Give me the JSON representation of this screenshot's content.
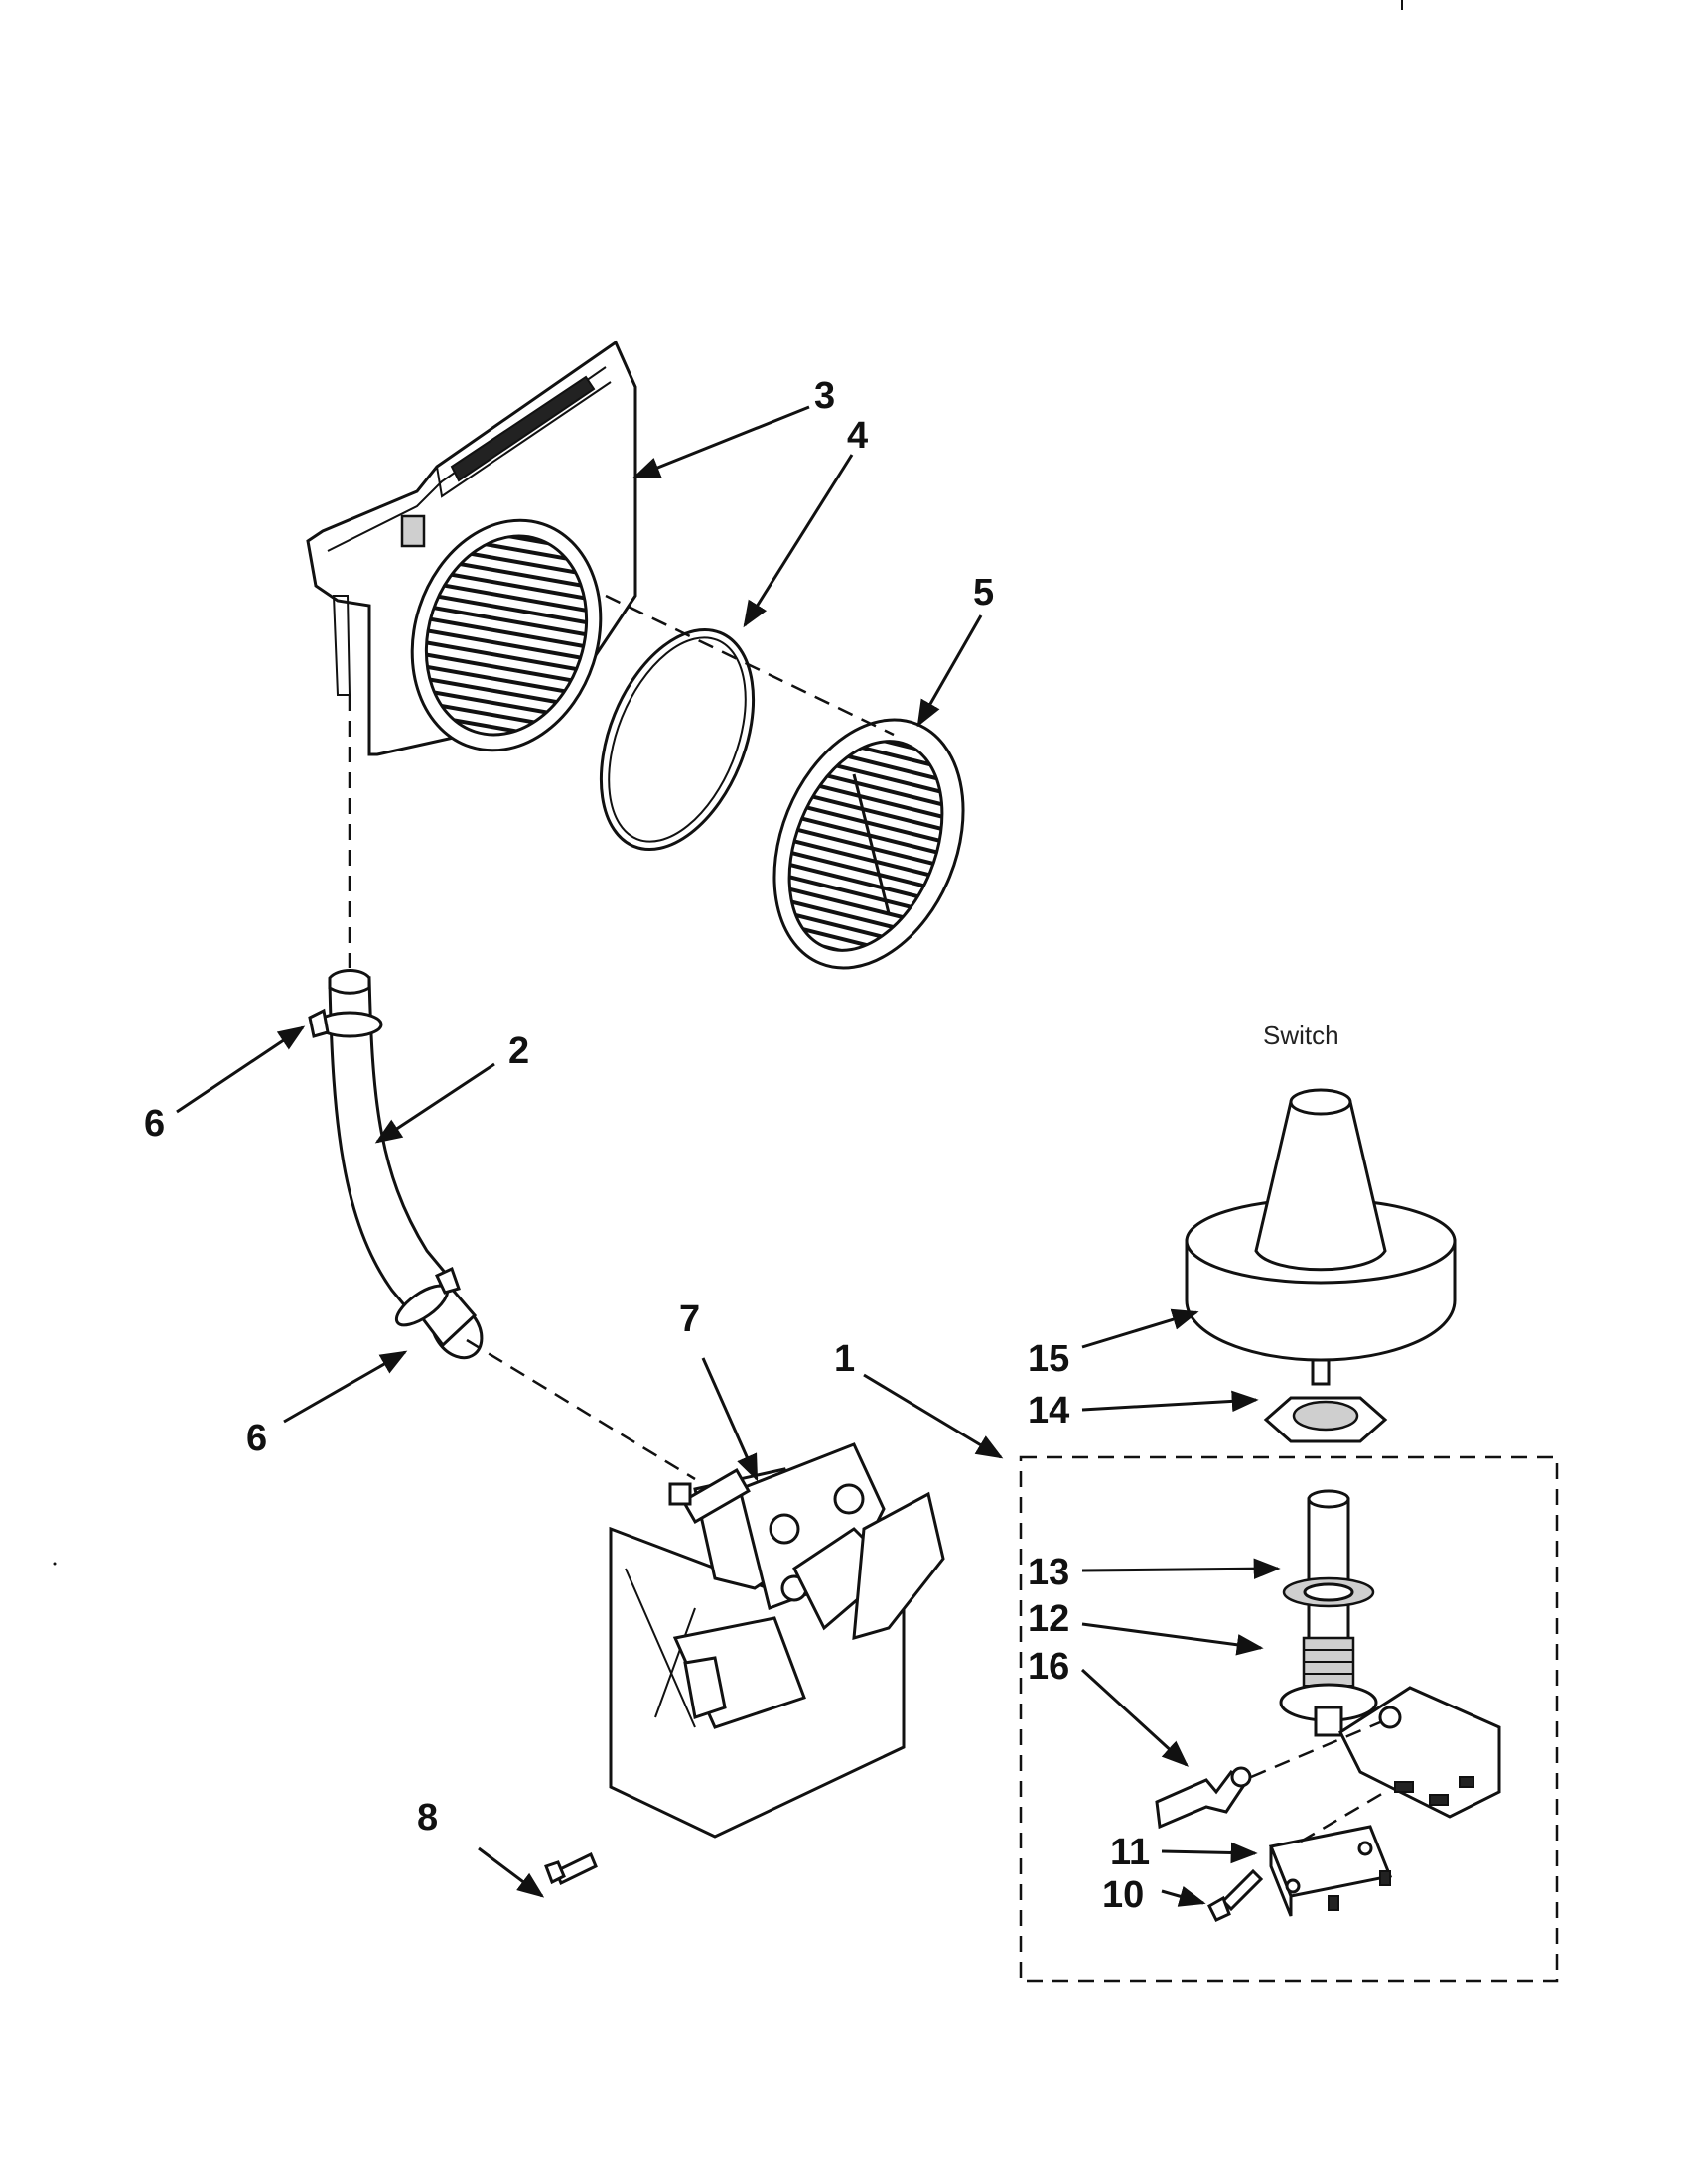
{
  "caption": "Switch",
  "callouts": {
    "c1": "1",
    "c2": "2",
    "c3": "3",
    "c4": "4",
    "c5": "5",
    "c6a": "6",
    "c6b": "6",
    "c7": "7",
    "c8": "8",
    "c10": "10",
    "c11": "11",
    "c12": "12",
    "c13": "13",
    "c14": "14",
    "c15": "15",
    "c16": "16"
  }
}
